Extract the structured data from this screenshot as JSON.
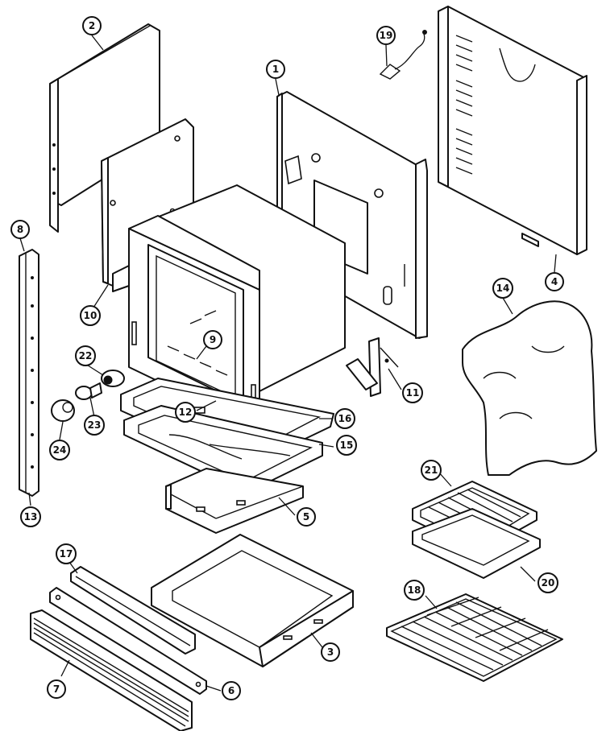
{
  "diagram": {
    "callouts": [
      {
        "id": "2",
        "label": "2"
      },
      {
        "id": "19",
        "label": "19"
      },
      {
        "id": "1",
        "label": "1"
      },
      {
        "id": "8",
        "label": "8"
      },
      {
        "id": "10",
        "label": "10"
      },
      {
        "id": "4",
        "label": "4"
      },
      {
        "id": "14",
        "label": "14"
      },
      {
        "id": "9",
        "label": "9"
      },
      {
        "id": "22",
        "label": "22"
      },
      {
        "id": "11",
        "label": "11"
      },
      {
        "id": "23",
        "label": "23"
      },
      {
        "id": "12",
        "label": "12"
      },
      {
        "id": "16",
        "label": "16"
      },
      {
        "id": "24",
        "label": "24"
      },
      {
        "id": "15",
        "label": "15"
      },
      {
        "id": "21",
        "label": "21"
      },
      {
        "id": "13",
        "label": "13"
      },
      {
        "id": "5",
        "label": "5"
      },
      {
        "id": "20",
        "label": "20"
      },
      {
        "id": "17",
        "label": "17"
      },
      {
        "id": "18",
        "label": "18"
      },
      {
        "id": "3",
        "label": "3"
      },
      {
        "id": "7",
        "label": "7"
      },
      {
        "id": "6",
        "label": "6"
      }
    ]
  }
}
